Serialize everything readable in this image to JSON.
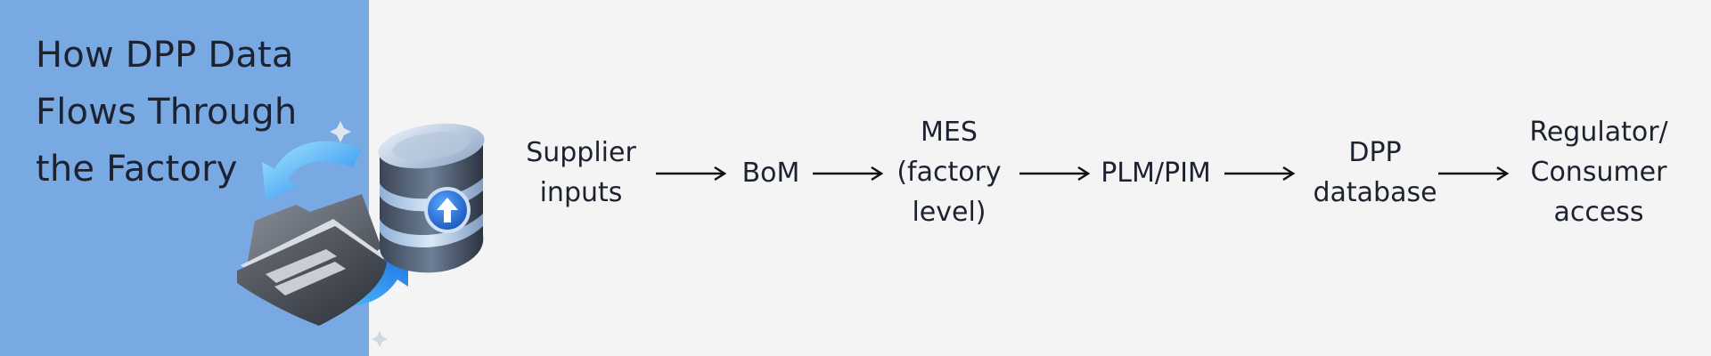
{
  "title": {
    "lines": [
      "How DPP Data",
      "Flows Through",
      "the Factory"
    ]
  },
  "illustration": {
    "icons": [
      "folder-icon",
      "database-icon",
      "upload-arrow-icon",
      "sync-arrows-icon",
      "sparkle-icon"
    ]
  },
  "steps": [
    {
      "lines": [
        "Supplier",
        "inputs"
      ]
    },
    {
      "lines": [
        "BoM"
      ]
    },
    {
      "lines": [
        "MES",
        "(factory",
        "level)"
      ]
    },
    {
      "lines": [
        "PLM/PIM"
      ]
    },
    {
      "lines": [
        "DPP",
        "database"
      ]
    },
    {
      "lines": [
        "Regulator/",
        "Consumer",
        "access"
      ]
    }
  ],
  "colors": {
    "panel": "#79a9e2",
    "background": "#f4f4f4",
    "text": "#1d2231",
    "arrow": "#111111",
    "accent": "#2f7de1"
  }
}
